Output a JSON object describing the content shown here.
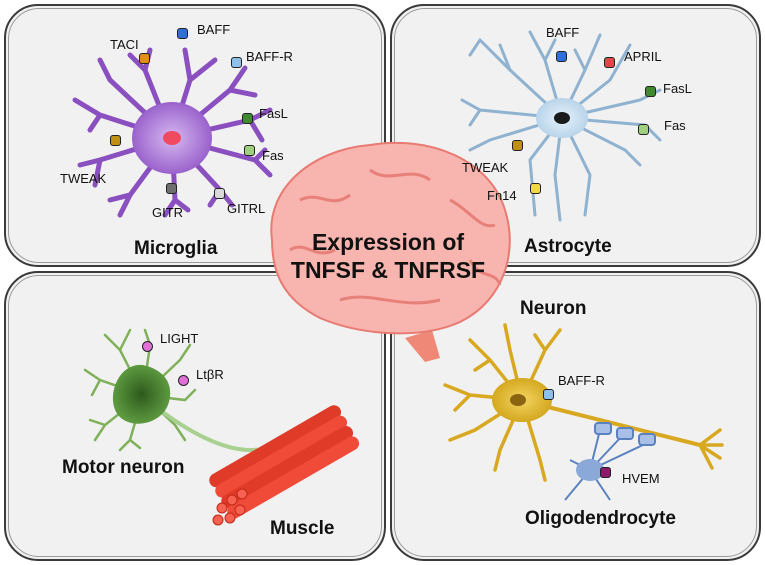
{
  "center_title": {
    "line1": "Expression of",
    "line2": "TNFSF & TNFRSF"
  },
  "panels": {
    "microglia": {
      "title": "Microglia",
      "markers": [
        {
          "label": "BAFF",
          "color": "#2f6fd6"
        },
        {
          "label": "TACI",
          "color": "#e0901a"
        },
        {
          "label": "BAFF-R",
          "color": "#8fc0ec"
        },
        {
          "label": "FasL",
          "color": "#3f8a2e"
        },
        {
          "label": "Fas",
          "color": "#9fd07f"
        },
        {
          "label": "TWEAK",
          "color": "#c09010"
        },
        {
          "label": "GITR",
          "color": "#6f6f6f"
        },
        {
          "label": "GITRL",
          "color": "#d8d8d8"
        }
      ]
    },
    "astrocyte": {
      "title": "Astrocyte",
      "markers": [
        {
          "label": "BAFF",
          "color": "#2f6fd6"
        },
        {
          "label": "APRIL",
          "color": "#e04848"
        },
        {
          "label": "FasL",
          "color": "#3f8a2e"
        },
        {
          "label": "Fas",
          "color": "#9fd07f"
        },
        {
          "label": "TWEAK",
          "color": "#c09010"
        },
        {
          "label": "Fn14",
          "color": "#f0d840"
        }
      ]
    },
    "motor_neuron": {
      "title": "Motor neuron",
      "muscle_label": "Muscle",
      "markers": [
        {
          "label": "LIGHT",
          "color": "#e070d8"
        },
        {
          "label": "LtβR",
          "color": "#e070d8"
        }
      ]
    },
    "neuron": {
      "title": "Neuron",
      "oligo_label": "Oligodendrocyte",
      "markers": [
        {
          "label": "BAFF-R",
          "color": "#8fc0ec"
        },
        {
          "label": "HVEM",
          "color": "#8a1a6a"
        }
      ]
    }
  }
}
